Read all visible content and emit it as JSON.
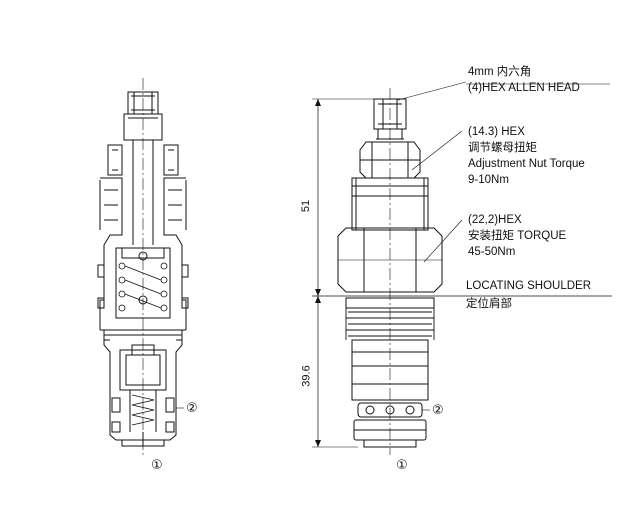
{
  "callouts": {
    "hex_allen": {
      "line1": "4mm 内六角",
      "line2": "(4)HEX ALLEN HEAD"
    },
    "adjust_nut": {
      "line1": "(14.3) HEX",
      "line2": "调节螺母扭矩",
      "line3": "Adjustment Nut Torque",
      "line4": "9-10Nm"
    },
    "install_hex": {
      "line1": "(22,2)HEX",
      "line2": "安装扭矩 TORQUE",
      "line3": "45-50Nm"
    },
    "shoulder": {
      "line1": "LOCATING SHOULDER",
      "line2": "定位肩部"
    }
  },
  "dimensions": {
    "upper": "51",
    "lower": "39.6"
  },
  "ports": {
    "port1": "①",
    "port2": "②"
  }
}
